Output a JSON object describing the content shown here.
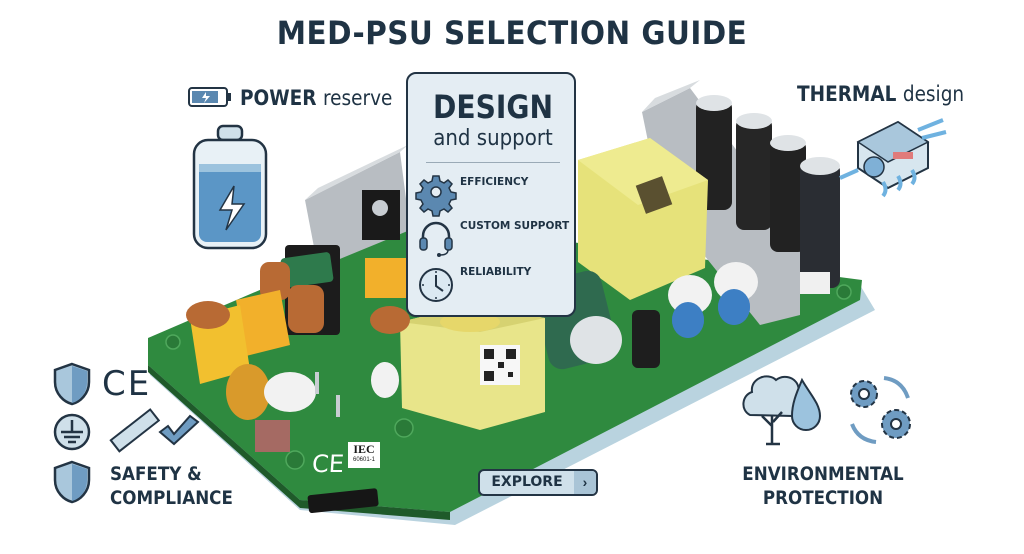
{
  "header": {
    "title": "MED-PSU SELECTION GUIDE"
  },
  "power": {
    "label_bold": "POWER",
    "label_thin": "reserve",
    "icons": [
      "battery-small-icon",
      "battery-large-icon"
    ]
  },
  "thermal": {
    "label_bold": "THERMAL",
    "label_thin": "design",
    "icon": "thermal-airflow-icon"
  },
  "design_card": {
    "title": "DESIGN",
    "subtitle": "and support",
    "items": [
      {
        "label": "EFFICIENCY",
        "icon": "gear-icon"
      },
      {
        "label": "CUSTOM SUPPORT",
        "icon": "headset-icon"
      },
      {
        "label": "RELIABILITY",
        "icon": "clock-icon"
      }
    ]
  },
  "safety": {
    "line1": "SAFETY &",
    "line2": "COMPLIANCE",
    "ce_mark": "CE",
    "icons": [
      "shield-icon",
      "ce-mark-icon",
      "ground-icon",
      "ruler-icon",
      "checkmark-icon",
      "shield-icon"
    ]
  },
  "environment": {
    "line1": "ENVIRONMENTAL",
    "line2": "PROTECTION",
    "icons": [
      "tree-droplet-icon",
      "recycle-gears-icon"
    ]
  },
  "board": {
    "ce_mark": "CE",
    "iec_label": "IEC",
    "iec_code": "60601-1"
  },
  "cta": {
    "explore_label": "EXPLORE",
    "arrow": "›"
  },
  "colors": {
    "navy": "#1f3344",
    "accent_blue": "#5b88b0",
    "light_blue": "#cfe0ea",
    "pcb_green": "#2f8a3f",
    "transformer_yellow": "#e6e27a"
  }
}
